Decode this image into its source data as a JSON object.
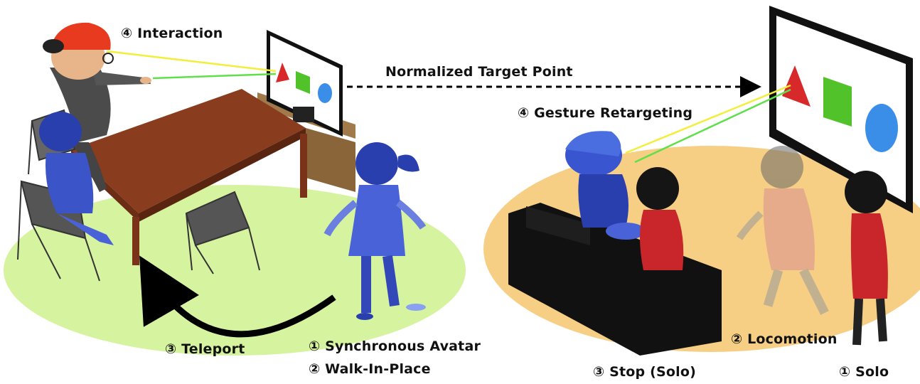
{
  "labels": {
    "interaction": "④ Interaction",
    "normalized_target_point": "Normalized Target Point",
    "gesture_retargeting": "④ Gesture Retargeting",
    "teleport": "③ Teleport",
    "synchronous_avatar": "① Synchronous Avatar",
    "walk_in_place": "② Walk-In-Place",
    "locomotion": "② Locomotion",
    "stop_solo": "③ Stop (Solo)",
    "solo": "① Solo"
  },
  "colors": {
    "left_floor": "#d6f3a0",
    "right_floor": "#f6cf85",
    "table_wood": "#8a3d1e",
    "blue_avatar": "#4a62d8",
    "red_dress": "#c8262b",
    "ray_yellow": "#f2ee3a",
    "ray_green": "#5fe04a",
    "triangle": "#d7282a",
    "square": "#52c22a",
    "circle": "#3b8ee8"
  }
}
